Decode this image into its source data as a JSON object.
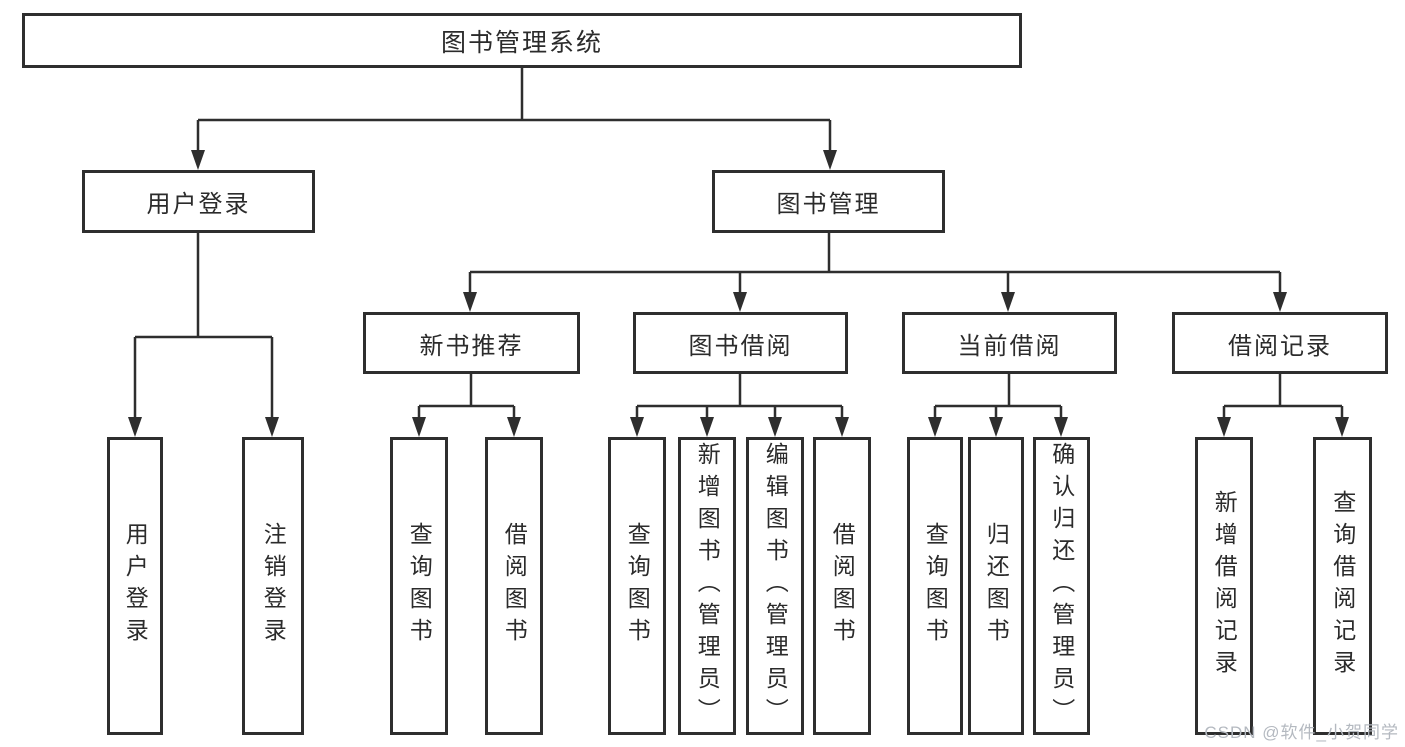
{
  "diagram_title": "图书管理系统",
  "tree": {
    "label": "图书管理系统",
    "children": [
      {
        "label": "用户登录",
        "children": [
          {
            "label": "用户登录"
          },
          {
            "label": "注销登录"
          }
        ]
      },
      {
        "label": "图书管理",
        "children": [
          {
            "label": "新书推荐",
            "children": [
              {
                "label": "查询图书"
              },
              {
                "label": "借阅图书"
              }
            ]
          },
          {
            "label": "图书借阅",
            "children": [
              {
                "label": "查询图书"
              },
              {
                "label": "新增图书（管理员）"
              },
              {
                "label": "编辑图书（管理员）"
              },
              {
                "label": "借阅图书"
              }
            ]
          },
          {
            "label": "当前借阅",
            "children": [
              {
                "label": "查询图书"
              },
              {
                "label": "归还图书"
              },
              {
                "label": "确认归还（管理员）"
              }
            ]
          },
          {
            "label": "借阅记录",
            "children": [
              {
                "label": "新增借阅记录"
              },
              {
                "label": "查询借阅记录"
              }
            ]
          }
        ]
      }
    ]
  },
  "watermark": "CSDN @软件_小贺同学",
  "colors": {
    "line": "#2e2e2e",
    "text": "#2b2b2b",
    "background": "#ffffff",
    "watermark": "#b4b9c0"
  }
}
